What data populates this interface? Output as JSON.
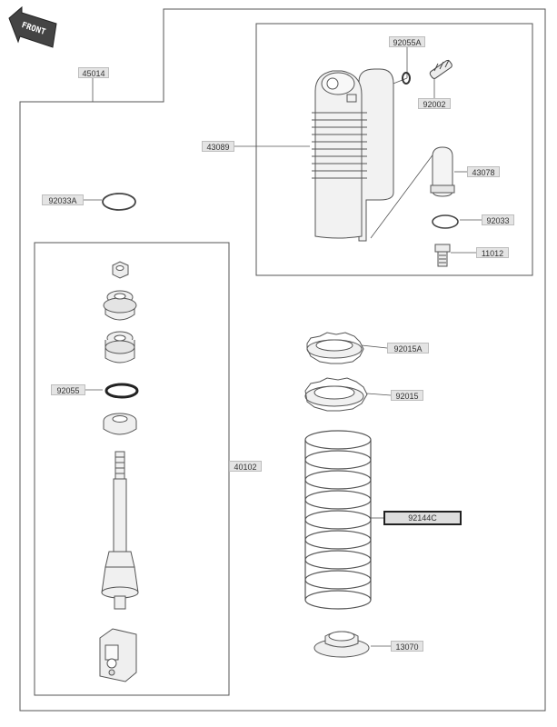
{
  "front_label": "FRONT",
  "parts": {
    "p45014": "45014",
    "p92055A": "92055A",
    "p92002": "92002",
    "p43089": "43089",
    "p43078": "43078",
    "p92033": "92033",
    "p11012": "11012",
    "p92033A": "92033A",
    "p92015A": "92015A",
    "p92055": "92055",
    "p92015": "92015",
    "p40102": "40102",
    "p92144C": "92144C",
    "p13070": "13070"
  }
}
